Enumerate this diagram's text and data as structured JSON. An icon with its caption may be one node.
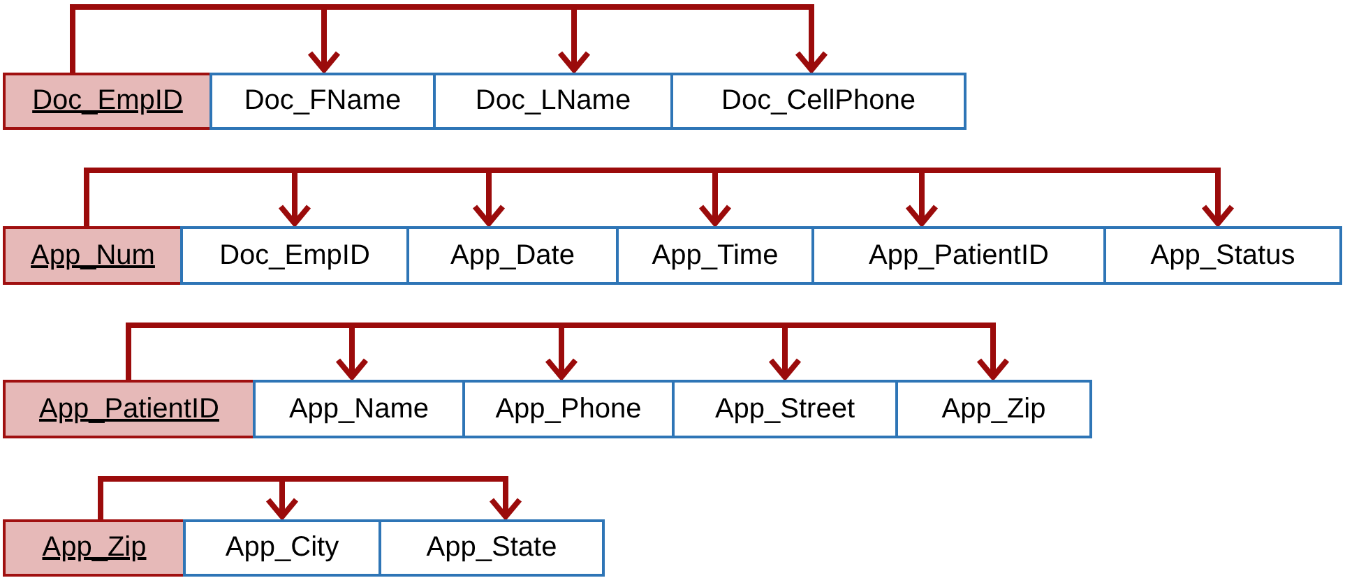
{
  "diagram": {
    "nodes": [
      {
        "text": [
          "Doc_EmpID"
        ]
      },
      {
        "text": [
          "Doc_FName"
        ]
      },
      {
        "text": [
          "Doc_LName"
        ]
      },
      {
        "text": [
          "Doc_CellPhone"
        ]
      },
      {
        "text": [
          "App_Num"
        ]
      },
      {
        "text": [
          "Doc_EmpID"
        ]
      },
      {
        "text": [
          "App_Date"
        ]
      },
      {
        "text": [
          "App_Time"
        ]
      },
      {
        "text": [
          "App_PatientID"
        ]
      },
      {
        "text": [
          "App_Status"
        ]
      },
      {
        "text": [
          "App_PatientID"
        ]
      },
      {
        "text": [
          "App_Name"
        ]
      },
      {
        "text": [
          "App_Phone"
        ]
      },
      {
        "text": [
          "App_Street"
        ]
      },
      {
        "text": [
          "App_Zip"
        ]
      },
      {
        "text": [
          "App_Zip"
        ]
      },
      {
        "text": [
          "App_City"
        ]
      },
      {
        "text": [
          "App_State"
        ]
      }
    ],
    "edges": [
      {
        "from": 0,
        "to": 1,
        "arrow": "to"
      },
      {
        "from": 0,
        "to": 2,
        "arrow": "to"
      },
      {
        "from": 0,
        "to": 3,
        "arrow": "to"
      },
      {
        "from": 4,
        "to": 5,
        "arrow": "to"
      },
      {
        "from": 4,
        "to": 6,
        "arrow": "to"
      },
      {
        "from": 4,
        "to": 7,
        "arrow": "to"
      },
      {
        "from": 4,
        "to": 8,
        "arrow": "to"
      },
      {
        "from": 4,
        "to": 9,
        "arrow": "to"
      },
      {
        "from": 10,
        "to": 11,
        "arrow": "to"
      },
      {
        "from": 10,
        "to": 12,
        "arrow": "to"
      },
      {
        "from": 10,
        "to": 13,
        "arrow": "to"
      },
      {
        "from": 10,
        "to": 14,
        "arrow": "to"
      },
      {
        "from": 15,
        "to": 16,
        "arrow": "to"
      },
      {
        "from": 15,
        "to": 17,
        "arrow": "to"
      }
    ]
  }
}
